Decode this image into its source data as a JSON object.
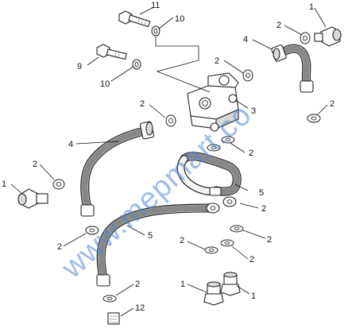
{
  "callouts": {
    "c11": "11",
    "c10a": "10",
    "c1a": "1",
    "c2a": "2",
    "c4a": "4",
    "c9": "9",
    "c2b": "2",
    "c10b": "10",
    "c3": "3",
    "c2c": "2",
    "c2d": "2",
    "c2e": "2",
    "c4b": "4",
    "c2f": "2",
    "c1b": "1",
    "c5a": "5",
    "c2g": "2",
    "c5b": "5",
    "c2h": "2",
    "c2i": "2",
    "c2j": "2",
    "c2k": "2",
    "c1c": "1",
    "c1d": "1",
    "c12": "12"
  },
  "watermark": "www.mepmart.co",
  "colors": {
    "watermark": "#4f86d6",
    "line": "#222222",
    "shade": "#d9d9d9"
  }
}
